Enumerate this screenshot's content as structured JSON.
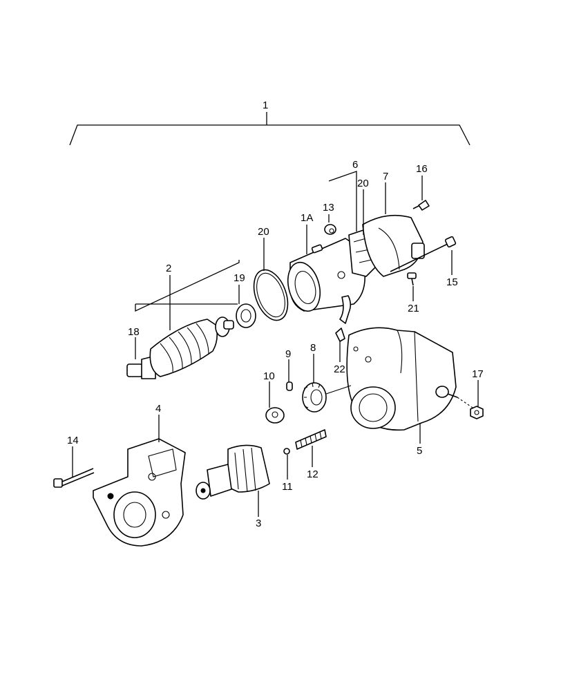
{
  "callouts": {
    "c1": "1",
    "c1a": "1A",
    "c2": "2",
    "c3": "3",
    "c4": "4",
    "c5": "5",
    "c6": "6",
    "c7": "7",
    "c8": "8",
    "c9": "9",
    "c10": "10",
    "c11": "11",
    "c12": "12",
    "c13": "13",
    "c14": "14",
    "c15": "15",
    "c16": "16",
    "c17": "17",
    "c18": "18",
    "c19": "19",
    "c20a": "20",
    "c20b": "20",
    "c21": "21",
    "c22": "22"
  }
}
